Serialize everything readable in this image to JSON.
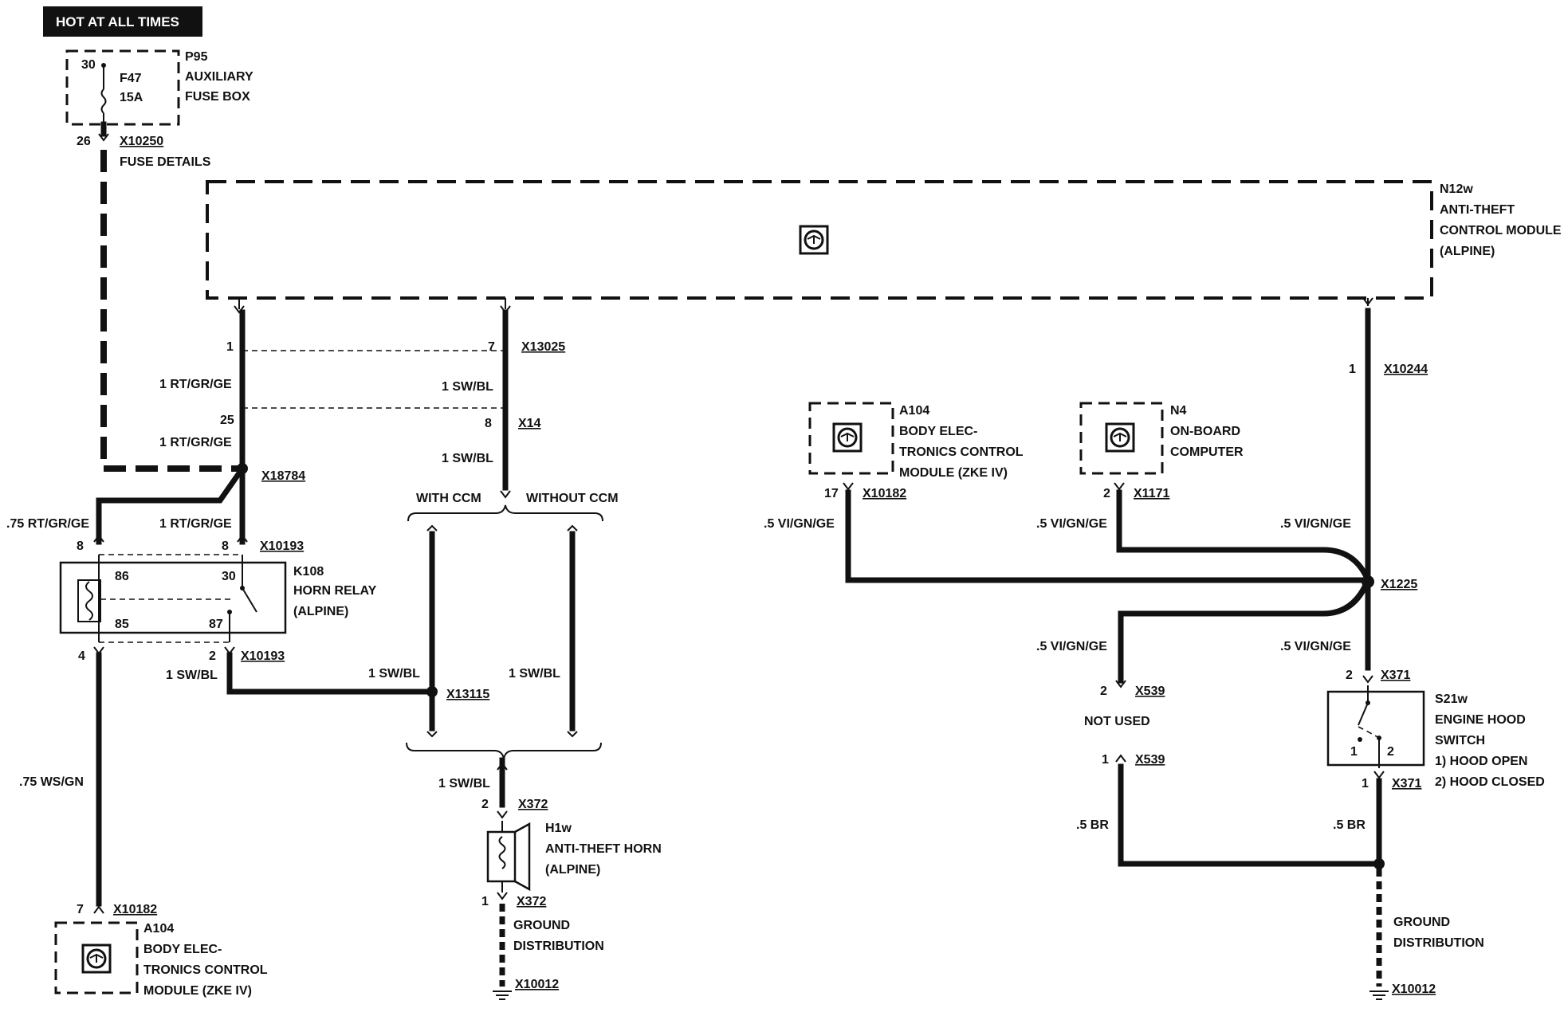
{
  "header": {
    "title": "HOT AT ALL TIMES"
  },
  "fuse_box": {
    "name": "P95",
    "line1": "AUXILIARY",
    "line2": "FUSE BOX",
    "fuse": "F47",
    "rating": "15A",
    "pin_in": "30",
    "pin_out": "26"
  },
  "connectors": {
    "x10250": "X10250",
    "x10250_desc": "FUSE DETAILS",
    "x13025": "X13025",
    "x14": "X14",
    "x18784": "X18784",
    "x10193": "X10193",
    "x13115": "X13115",
    "x372": "X372",
    "x10012": "X10012",
    "x10182": "X10182",
    "x1171": "X1171",
    "x1225": "X1225",
    "x10244": "X10244",
    "x539": "X539",
    "x371": "X371"
  },
  "anti_theft_module": {
    "name": "N12w",
    "line1": "ANTI-THEFT",
    "line2": "CONTROL MODULE",
    "line3": "(ALPINE)"
  },
  "horn_relay": {
    "name": "K108",
    "line1": "HORN RELAY",
    "line2": "(ALPINE)",
    "pin86": "86",
    "pin30": "30",
    "pin85": "85",
    "pin87": "87"
  },
  "ccm_labels": {
    "with_ccm": "WITH CCM",
    "without_ccm": "WITHOUT CCM"
  },
  "horn": {
    "name": "H1w",
    "line1": "ANTI-THEFT HORN",
    "line2": "(ALPINE)"
  },
  "ground": {
    "line1": "GROUND",
    "line2": "DISTRIBUTION"
  },
  "zke": {
    "name": "A104",
    "line1": "BODY ELEC-",
    "line2": "TRONICS CONTROL",
    "line3": "MODULE (ZKE IV)"
  },
  "obc": {
    "name": "N4",
    "line1": "ON-BOARD",
    "line2": "COMPUTER"
  },
  "hood_switch": {
    "name": "S21w",
    "line1": "ENGINE HOOD",
    "line2": "SWITCH",
    "state1": "1)   HOOD OPEN",
    "state2": "2)   HOOD CLOSED",
    "pin1": "1",
    "pin2": "2"
  },
  "not_used": "NOT USED",
  "wires": {
    "rt_gr_ge": "1 RT/GR/GE",
    "rt_gr_ge_075": ".75 RT/GR/GE",
    "sw_bl": "1 SW/BL",
    "ws_gn": ".75 WS/GN",
    "vi_gn_ge": ".5 VI/GN/GE",
    "br": ".5 BR"
  },
  "pins": {
    "p1": "1",
    "p2": "2",
    "p4": "4",
    "p7": "7",
    "p8": "8",
    "p17": "17",
    "p25": "25"
  }
}
